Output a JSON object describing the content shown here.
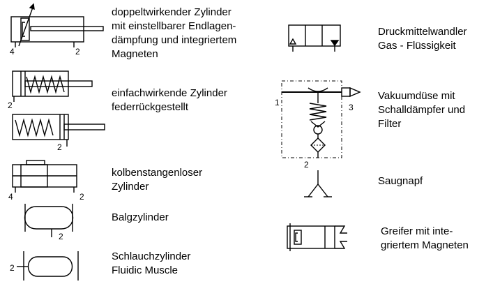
{
  "labels": {
    "double_cylinder": "doppeltwirkender Zylinder\nmit einstellbarer Endlagen-\ndämpfung und integriertem\nMagneten",
    "single_cylinder": "einfachwirkende Zylinder\nfederrückgestellt",
    "rodless_cylinder": "kolbenstangenloser\nZylinder",
    "bellows_cylinder": "Balgzylinder",
    "hose_cylinder": "Schlauchzylinder\nFluidic Muscle",
    "converter": "Druckmittelwandler\nGas - Flüssigkeit",
    "vacuum_nozzle": "Vakuumdüse mit\nSchalldämpfer und\nFilter",
    "suction_cup": "Saugnapf",
    "gripper": "Greifer mit inte-\ngriertem Magneten"
  },
  "ports": {
    "dc_left": "4",
    "dc_right": "2",
    "sc1": "2",
    "sc2": "2",
    "rc_left": "4",
    "rc_right": "2",
    "bellows": "2",
    "hose": "2",
    "vac_in": "1",
    "vac_exhaust": "3",
    "vac_out": "2"
  }
}
